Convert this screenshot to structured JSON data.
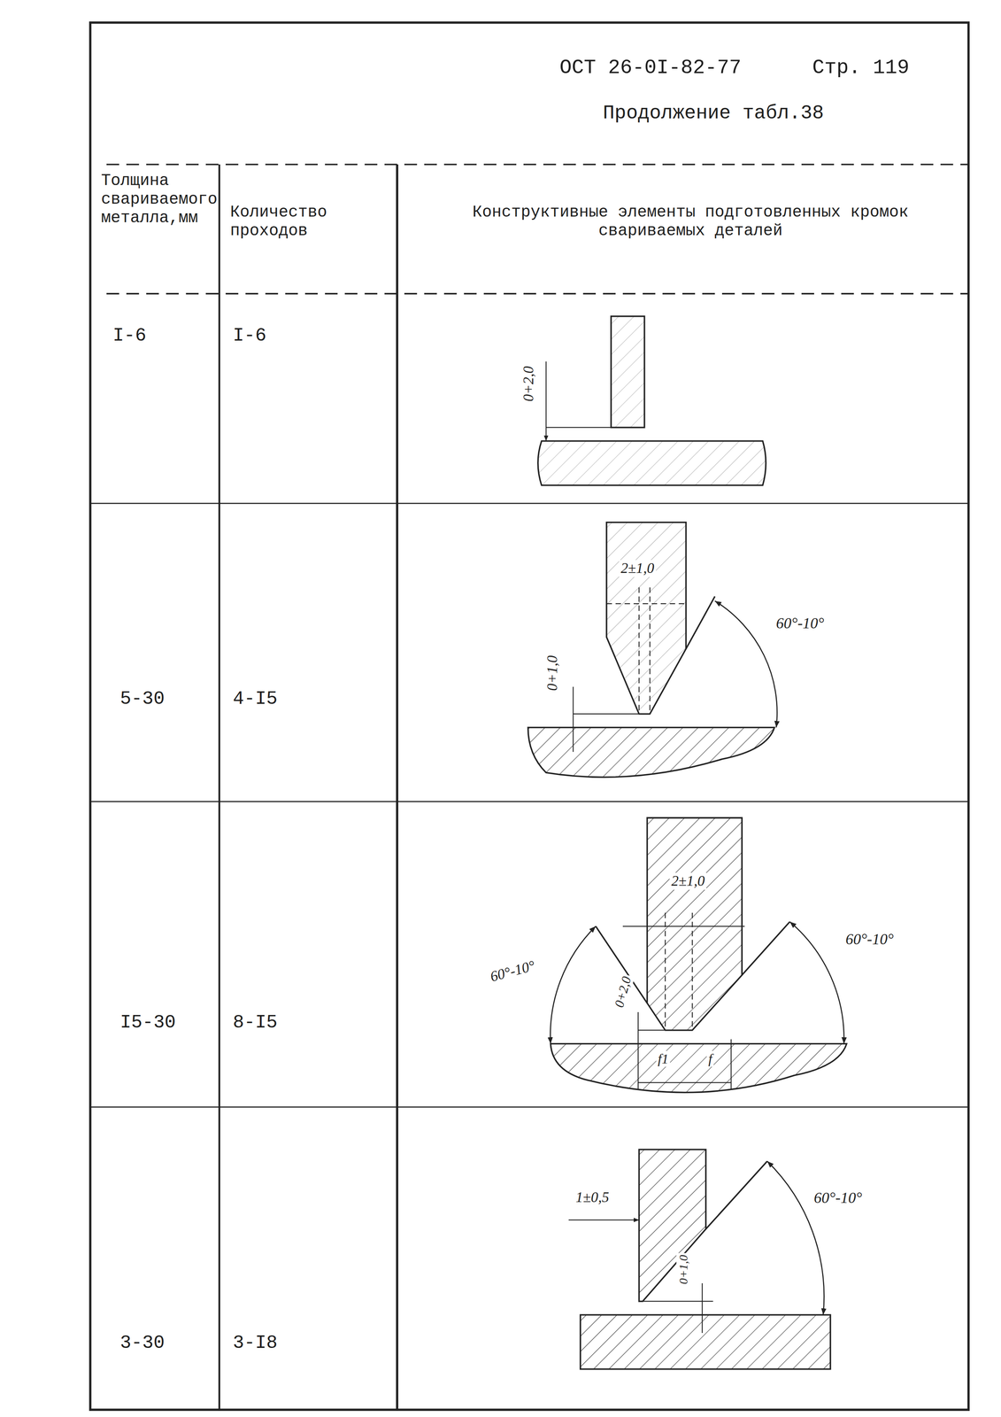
{
  "diagram": {
    "labels": [
      "ОСТ 26-0I-82-77",
      "Стр. 119",
      "Продолжение табл.38",
      "Толщина свариваемого металла,мм",
      "Количество проходов",
      "Конструктивные элементы подготовленных кромок свариваемых деталей",
      "I-6",
      "I-6",
      "0+2,0",
      "5-30",
      "4-I5",
      "2±1,0",
      "0+1,0",
      "60°-10°",
      "I5-30",
      "8-I5",
      "2±1,0",
      "60°-10°",
      "0+2,0",
      "60°-10°",
      "f1",
      "f",
      "3-30",
      "3-I8",
      "1±0,5",
      "0+1,0",
      "60°-10°"
    ]
  }
}
